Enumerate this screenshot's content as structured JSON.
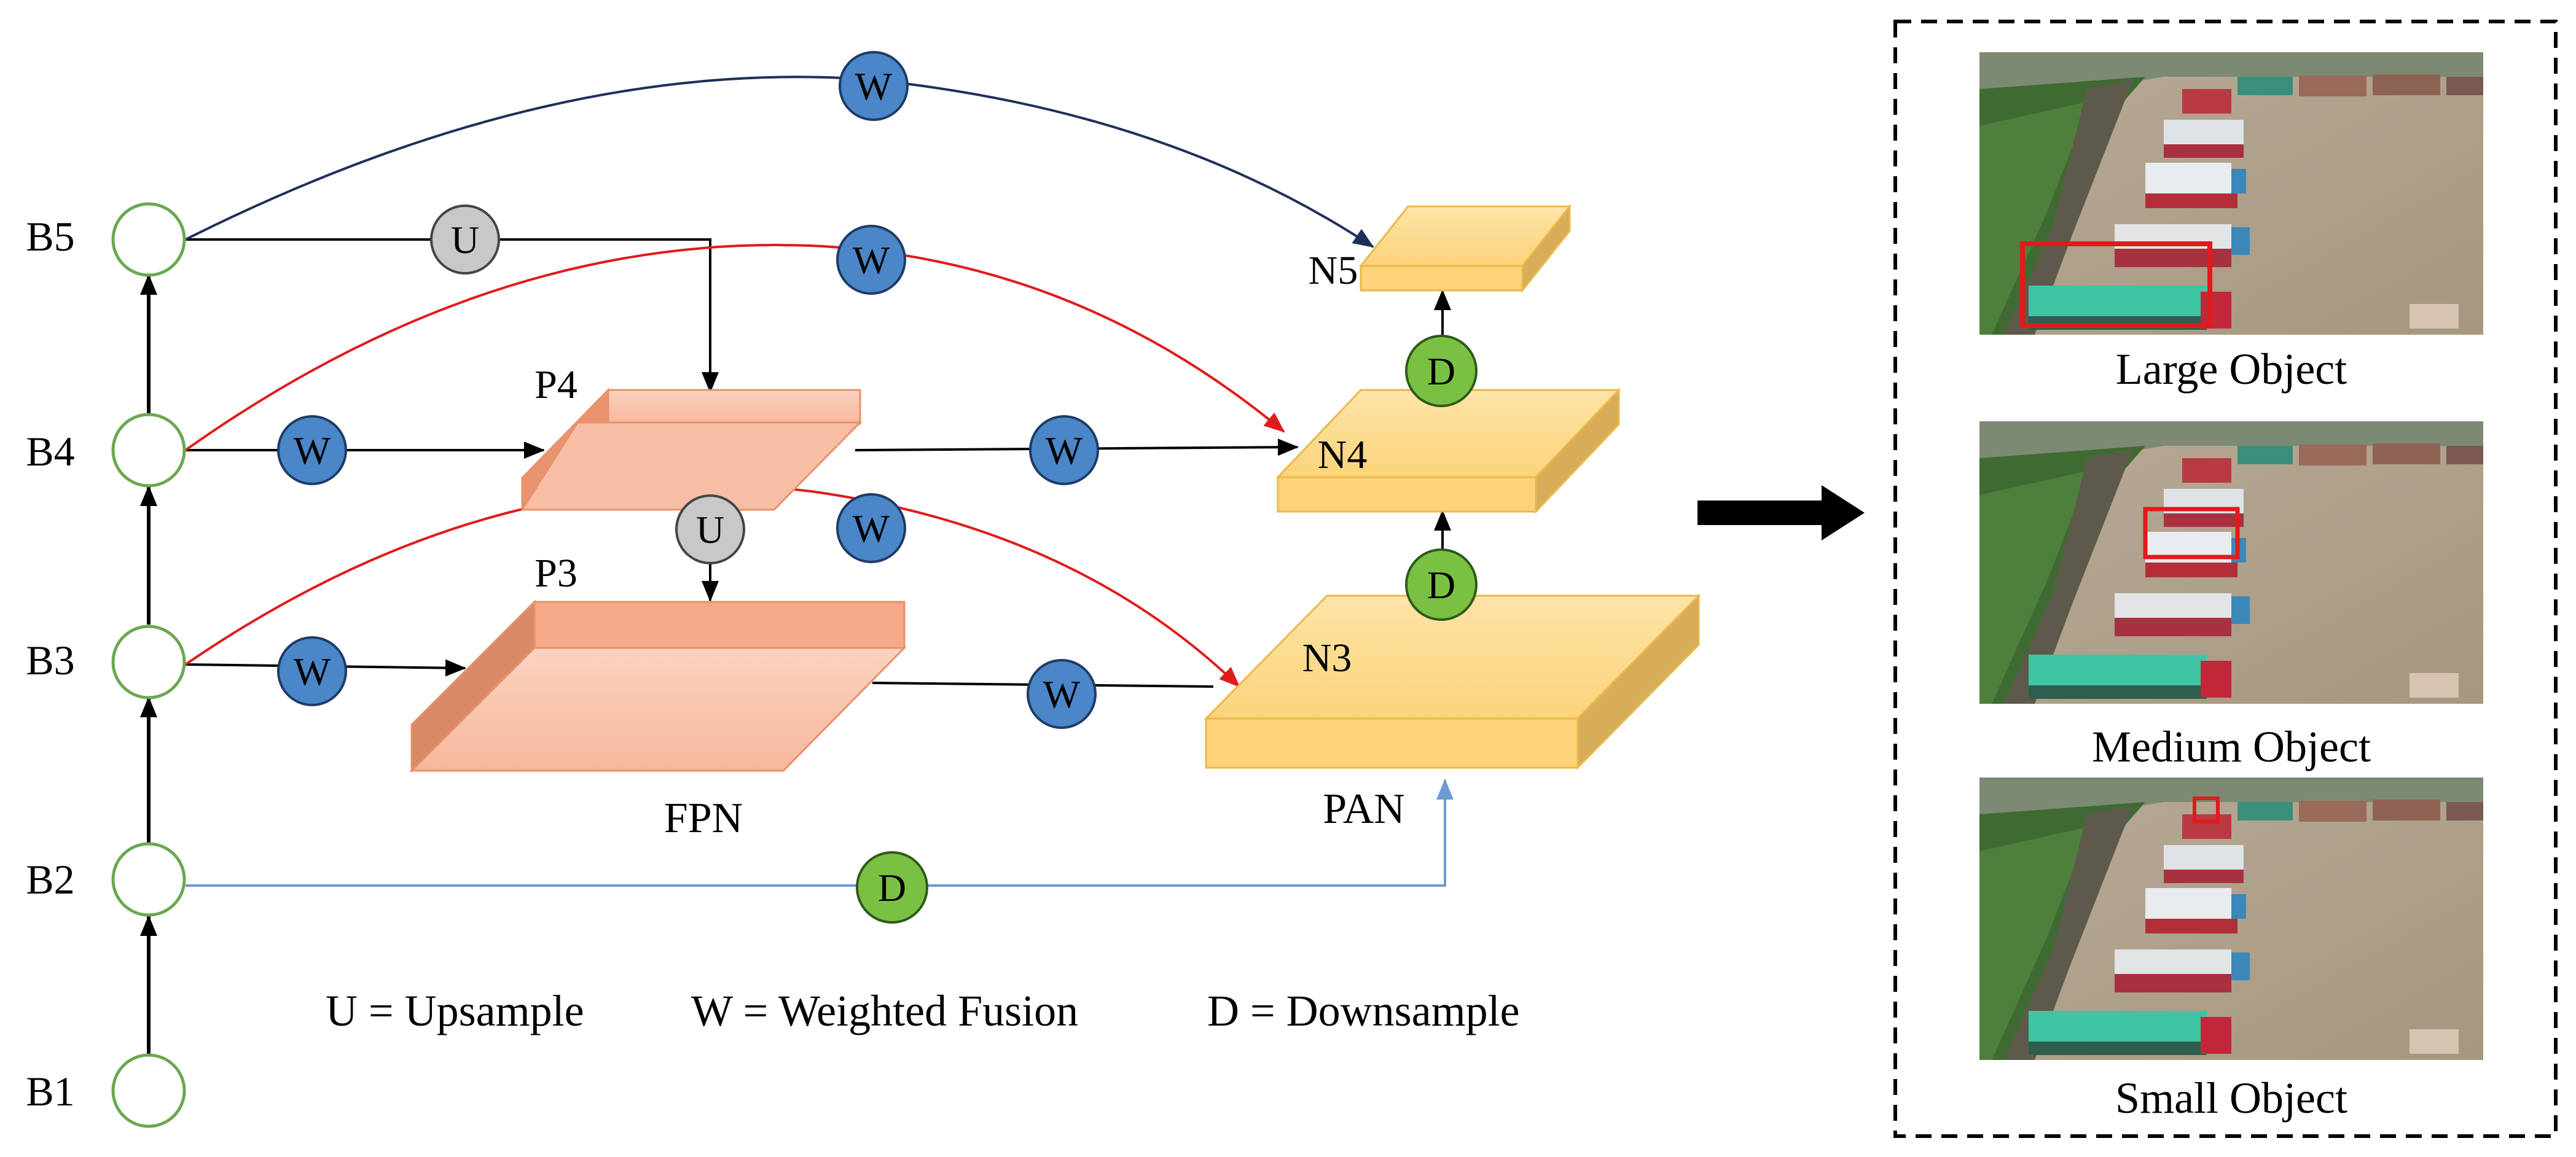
{
  "backbone": {
    "b1": "B1",
    "b2": "B2",
    "b3": "B3",
    "b4": "B4",
    "b5": "B5"
  },
  "fpn": {
    "p3": "P3",
    "p4": "P4",
    "label": "FPN"
  },
  "pan": {
    "n3": "N3",
    "n4": "N4",
    "n5": "N5",
    "label": "PAN"
  },
  "ops": {
    "upsample": "U",
    "weighted": "W",
    "downsample": "D"
  },
  "legend": {
    "upsample": "U = Upsample",
    "weighted": "W = Weighted Fusion",
    "downsample": "D = Downsample"
  },
  "examples": {
    "large": "Large Object",
    "medium": "Medium Object",
    "small": "Small Object"
  },
  "colors": {
    "circle_outline": "#6aa84f",
    "weighted_node": "#4a86c8",
    "upsample_node": "#c8c8c8",
    "downsample_node": "#7ac143",
    "fpn_fill": "#f4a888",
    "pan_fill": "#fcd37a",
    "red_arrow": "#e01b1b",
    "navy_arrow": "#1f2f5a",
    "blue_arrow": "#6b9bd1"
  }
}
